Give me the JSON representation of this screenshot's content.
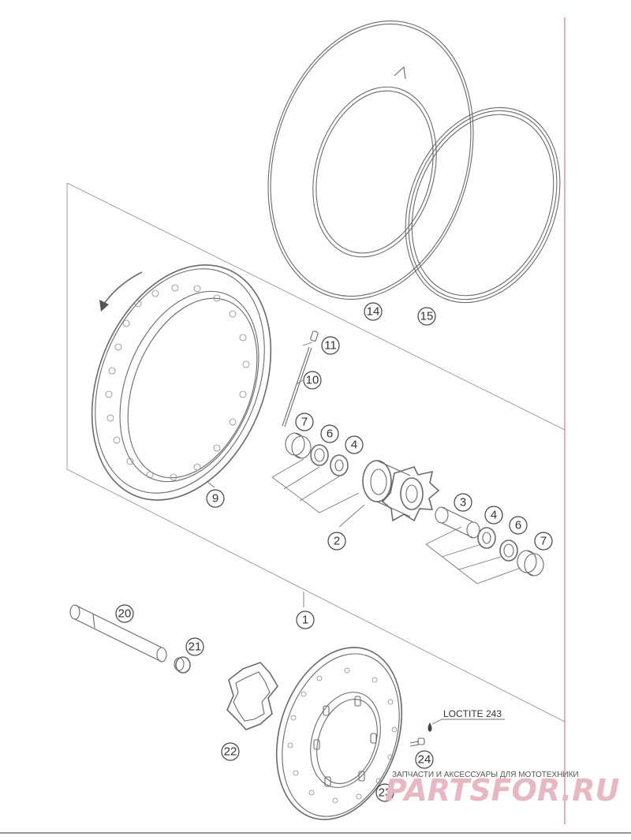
{
  "callouts": {
    "c1": "1",
    "c2": "2",
    "c3": "3",
    "c4a": "4",
    "c4b": "4",
    "c6a": "6",
    "c6b": "6",
    "c7a": "7",
    "c7b": "7",
    "c9": "9",
    "c10": "10",
    "c11": "11",
    "c14": "14",
    "c15": "15",
    "c20": "20",
    "c21": "21",
    "c22": "22",
    "c23": "23",
    "c24": "24"
  },
  "annotations": {
    "loctite": "LOCTITE 243"
  },
  "watermark": {
    "subtitle": "ЗАПЧАСТИ И АКСЕССУАРЫ ДЛЯ МОТОТЕХНИКИ",
    "brand": "PARTSFOR.RU"
  },
  "colors": {
    "margin_line": "#e05a6a",
    "watermark": "#e8b8c2"
  }
}
